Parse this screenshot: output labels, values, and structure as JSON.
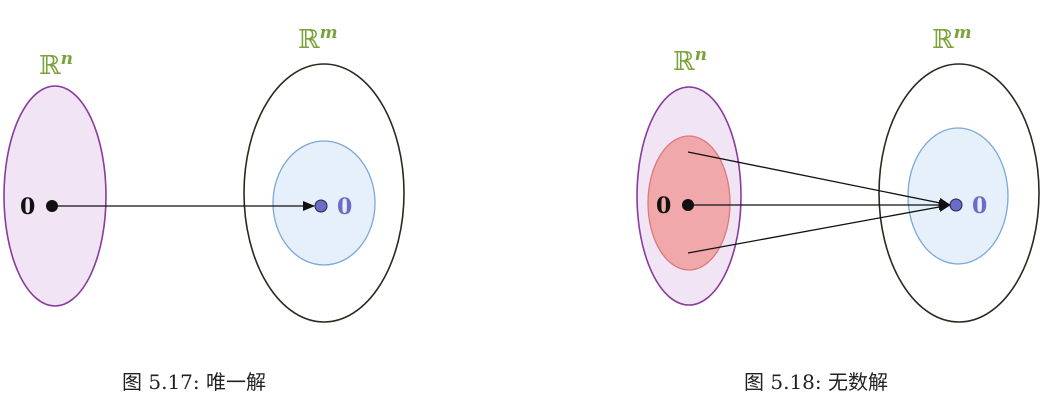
{
  "figures": [
    {
      "domain_space": {
        "base": "ℝ",
        "exponent": "n"
      },
      "codomain_space": {
        "base": "ℝ",
        "exponent": "m"
      },
      "domain_zero": "0",
      "codomain_zero": "0",
      "caption": "图 5.17: 唯一解"
    },
    {
      "domain_space": {
        "base": "ℝ",
        "exponent": "n"
      },
      "codomain_space": {
        "base": "ℝ",
        "exponent": "m"
      },
      "domain_zero": "0",
      "codomain_zero": "0",
      "caption": "图 5.18: 无数解"
    }
  ],
  "colors": {
    "domain_fill": "#f1e4f5",
    "domain_stroke": "#8a3b9c",
    "codomain_stroke": "#2a2a1e",
    "range_fill": "#e6f0fa",
    "range_stroke": "#7aa8d8",
    "kernel_fill": "#f0a8aa",
    "kernel_stroke": "#d97a7e",
    "label_green": "#7aa33a",
    "zero_blue": "#6a6cc8"
  }
}
